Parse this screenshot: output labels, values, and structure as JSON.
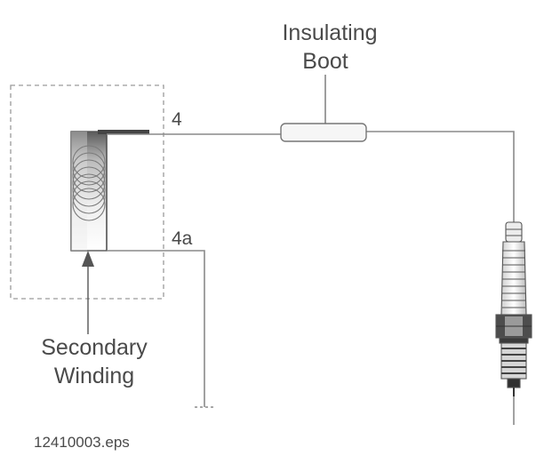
{
  "labels": {
    "insulating_boot_line1": "Insulating",
    "insulating_boot_line2": "Boot",
    "terminal_4": "4",
    "terminal_4a": "4a",
    "secondary_winding_line1": "Secondary",
    "secondary_winding_line2": "Winding",
    "file_name": "12410003.eps"
  },
  "colors": {
    "wire": "#8a8a8a",
    "text": "#4a4a4a",
    "dashed_border": "#9a9a9a"
  }
}
